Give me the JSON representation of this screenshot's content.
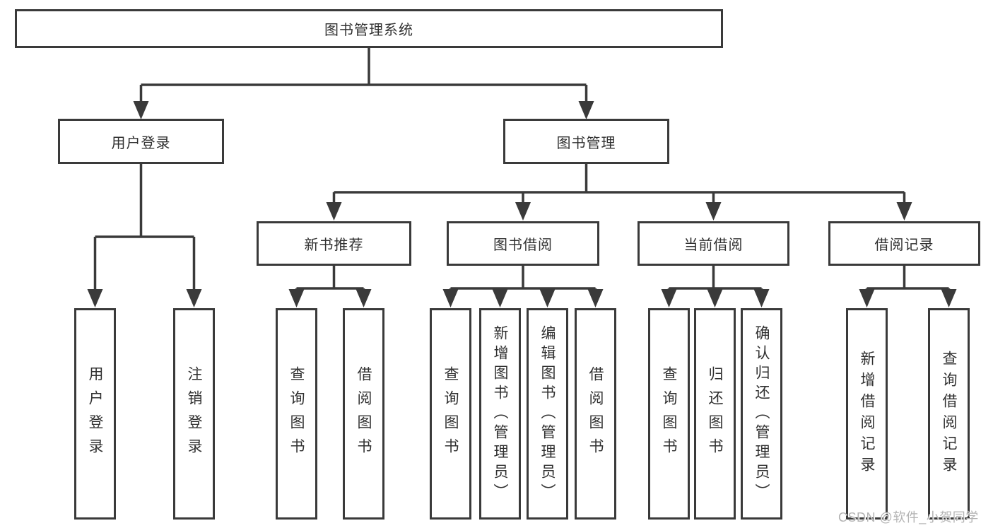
{
  "colors": {
    "line": "#3a3a3a",
    "box_border": "#3a3a3a",
    "box_fill": "#ffffff",
    "text": "#303030",
    "watermark": "#b3b3b3"
  },
  "tree": {
    "root": "图书管理系统",
    "branches": [
      {
        "label": "用户登录",
        "children": [
          "用户登录",
          "注销登录"
        ]
      },
      {
        "label": "图书管理",
        "children": [
          {
            "label": "新书推荐",
            "children": [
              "查询图书",
              "借阅图书"
            ]
          },
          {
            "label": "图书借阅",
            "children": [
              "查询图书",
              "新增图书（管理员）",
              "编辑图书（管理员）",
              "借阅图书"
            ]
          },
          {
            "label": "当前借阅",
            "children": [
              "查询图书",
              "归还图书",
              "确认归还（管理员）"
            ]
          },
          {
            "label": "借阅记录",
            "children": [
              "新增借阅记录",
              "查询借阅记录"
            ]
          }
        ]
      }
    ]
  },
  "watermark": {
    "text": "CSDN @软件_小贺同学"
  }
}
